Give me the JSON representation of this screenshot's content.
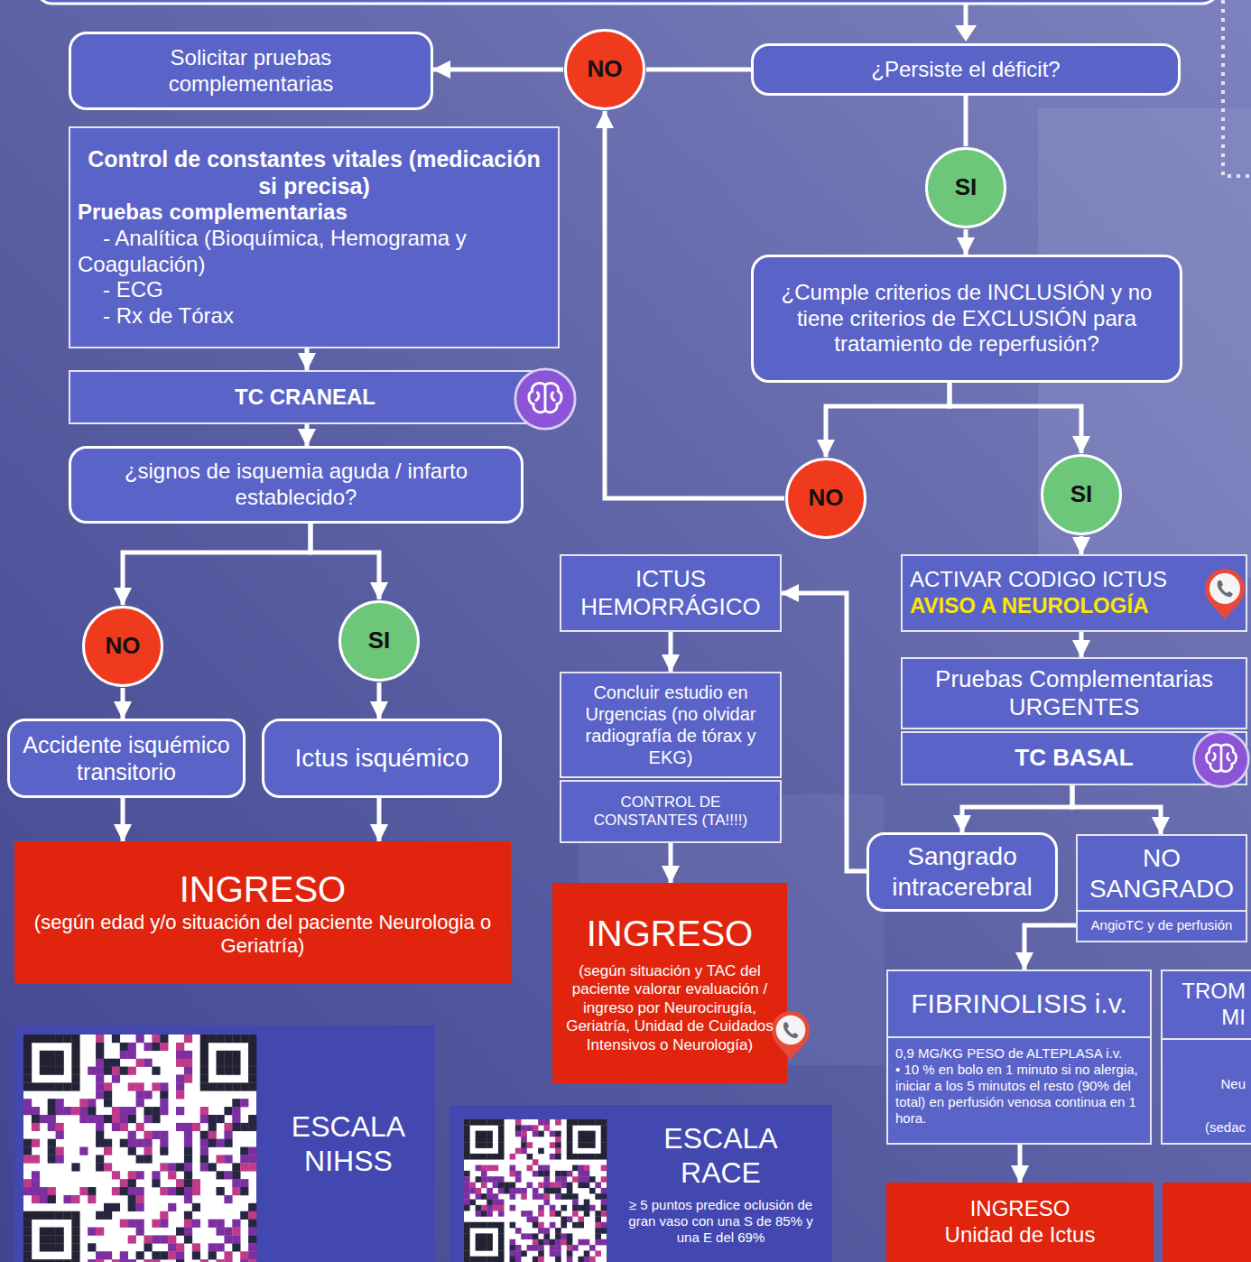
{
  "diagram": {
    "nodes": [
      {
        "text": [
          "¿Persiste el déficit?"
        ]
      },
      {
        "text": [
          "NO"
        ]
      },
      {
        "text": [
          "Solicitar pruebas complementarias"
        ]
      },
      {
        "text": [
          "SI"
        ]
      },
      {
        "text": [
          "¿Cumple criterios de INCLUSIÓN y no tiene criterios de EXCLUSIÓN para tratamiento de reperfusión?"
        ]
      },
      {
        "text": [
          "Control de constantes vitales (medicación si precisa)",
          "Pruebas complementarias",
          "- Analítica (Bioquímica, Hemograma y Coagulación)",
          "- ECG",
          "- Rx de Tórax"
        ]
      },
      {
        "text": [
          "TC CRANEAL"
        ]
      },
      {
        "text": [
          "NO"
        ]
      },
      {
        "text": [
          "SI"
        ]
      },
      {
        "text": [
          "¿signos de isquemia aguda / infarto establecido?"
        ]
      },
      {
        "text": [
          "ICTUS HEMORRÁGICO"
        ]
      },
      {
        "text": [
          "ACTIVAR CODIGO ICTUS",
          "AVISO A NEUROLOGÍA"
        ]
      },
      {
        "text": [
          "NO"
        ]
      },
      {
        "text": [
          "SI"
        ]
      },
      {
        "text": [
          "Concluir estudio en Urgencias (no olvidar radiografía de tórax y EKG)"
        ]
      },
      {
        "text": [
          "CONTROL DE CONSTANTES (TA!!!!)"
        ]
      },
      {
        "text": [
          "Pruebas Complementarias URGENTES"
        ]
      },
      {
        "text": [
          "TC BASAL"
        ]
      },
      {
        "text": [
          "Accidente isquémico transitorio"
        ]
      },
      {
        "text": [
          "Ictus isquémico"
        ]
      },
      {
        "text": [
          "Sangrado intracerebral"
        ]
      },
      {
        "text": [
          "NO SANGRADO",
          "AngioTC y de perfusión"
        ]
      },
      {
        "text": [
          "INGRESO",
          "(según edad y/o situación del paciente Neurologia o Geriatría)"
        ]
      },
      {
        "text": [
          "INGRESO",
          "(según situación y TAC del paciente valorar evaluación / ingreso por Neurocirugía, Geriatría, Unidad de Cuidados Intensivos o Neurología)"
        ]
      },
      {
        "text": [
          "FIBRINOLISIS i.v.",
          "0,9 MG/KG PESO de ALTEPLASA i.v.",
          "• 10 % en bolo en 1 minuto si no alergia, iniciar a los 5 minutos el resto (90% del total) en perfusión venosa continua en 1 hora."
        ]
      },
      {
        "text": [
          "TROM MI",
          "Neu",
          "(sedac"
        ]
      },
      {
        "text": [
          "INGRESO Unidad de Ictus"
        ]
      },
      {
        "text": [
          "ESCALA NIHSS"
        ]
      },
      {
        "text": [
          "ESCALA RACE",
          "≥ 5 puntos predice oclusión de gran vaso con una S de 85% y una E del 69%"
        ]
      }
    ],
    "edges": [
      {
        "from": 0,
        "to": 1,
        "arrow": "none"
      },
      {
        "from": 1,
        "to": 2,
        "arrow": "to"
      },
      {
        "from": 0,
        "to": 3,
        "arrow": "none"
      },
      {
        "from": 3,
        "to": 4,
        "arrow": "to"
      },
      {
        "from": 4,
        "to": 7,
        "arrow": "to"
      },
      {
        "from": 4,
        "to": 8,
        "arrow": "to"
      },
      {
        "from": 7,
        "to": 1,
        "arrow": "to"
      },
      {
        "from": 5,
        "to": 6,
        "arrow": "to"
      },
      {
        "from": 6,
        "to": 9,
        "arrow": "to"
      },
      {
        "from": 9,
        "to": 12,
        "arrow": "to"
      },
      {
        "from": 9,
        "to": 13,
        "arrow": "to"
      },
      {
        "from": 12,
        "to": 18,
        "arrow": "to"
      },
      {
        "from": 13,
        "to": 19,
        "arrow": "to"
      },
      {
        "from": 18,
        "to": 22,
        "arrow": "to"
      },
      {
        "from": 19,
        "to": 22,
        "arrow": "to"
      },
      {
        "from": 8,
        "to": 11,
        "arrow": "to"
      },
      {
        "from": 11,
        "to": 16,
        "arrow": "to"
      },
      {
        "from": 17,
        "to": 20,
        "arrow": "to"
      },
      {
        "from": 17,
        "to": 21,
        "arrow": "to"
      },
      {
        "from": 20,
        "to": 10,
        "arrow": "to"
      },
      {
        "from": 10,
        "to": 14,
        "arrow": "to"
      },
      {
        "from": 15,
        "to": 23,
        "arrow": "to"
      },
      {
        "from": 21,
        "to": 24,
        "arrow": "to"
      },
      {
        "from": 24,
        "to": 26,
        "arrow": "to"
      }
    ]
  }
}
